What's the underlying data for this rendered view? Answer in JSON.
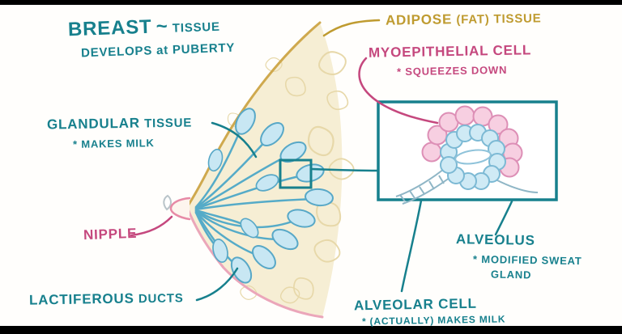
{
  "scene": {
    "description": "Hand-drawn medical diagram of breast tissue anatomy with inset magnification of an alveolus"
  },
  "colors": {
    "teal": "#17808d",
    "pink": "#c5487e",
    "gold": "#bf9b30",
    "breast_fill": "#f6eed4",
    "gland_blue": "#c8e7f3",
    "cell_pink": "#f7cfe1"
  },
  "labels": {
    "breast": {
      "title": "BREAST",
      "tilde": "~",
      "side": "TISSUE",
      "sub": "DEVELOPS at PUBERTY"
    },
    "adipose": {
      "main": "ADIPOSE",
      "rest": "(FAT) TISSUE"
    },
    "myoepithelial": {
      "title": "MYOEPITHELIAL CELL",
      "sub": "* SQUEEZES DOWN"
    },
    "glandular": {
      "title": "GLANDULAR",
      "side": "TISSUE",
      "sub": "* MAKES MILK"
    },
    "nipple": {
      "title": "NIPPLE"
    },
    "lactiferous": {
      "title": "LACTIFEROUS",
      "side": "DUCTS"
    },
    "alveolus": {
      "title": "ALVEOLUS",
      "sub1": "* MODIFIED SWEAT",
      "sub2": "GLAND"
    },
    "alveolar_cell": {
      "title": "ALVEOLAR CELL",
      "sub": "* (ACTUALLY) MAKES MILK"
    }
  }
}
